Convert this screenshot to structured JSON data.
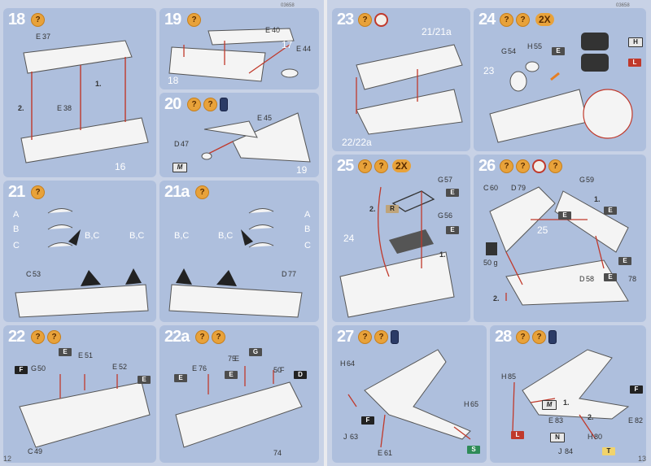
{
  "pages": {
    "left_number": "12",
    "right_number": "13",
    "ref_left": "03658",
    "ref_right": "03658"
  },
  "steps": {
    "s18": {
      "num": "18",
      "labels": [
        "E",
        "37",
        "1.",
        "2.",
        "E",
        "38",
        "16"
      ]
    },
    "s19": {
      "num": "19",
      "labels": [
        "E",
        "40",
        "17",
        "E",
        "44",
        "18"
      ]
    },
    "s20": {
      "num": "20",
      "labels": [
        "E",
        "45",
        "D",
        "47",
        "M",
        "19"
      ]
    },
    "s21": {
      "num": "21",
      "labels": [
        "A",
        "B",
        "C",
        "B,C",
        "B,C",
        "C",
        "53"
      ]
    },
    "s21a": {
      "num": "21a",
      "labels": [
        "A",
        "B",
        "C",
        "B,C",
        "B,C",
        "D",
        "77"
      ]
    },
    "s22": {
      "num": "22",
      "labels": [
        "F",
        "G",
        "50",
        "E",
        "E",
        "51",
        "E",
        "52",
        "E",
        "C",
        "49"
      ]
    },
    "s22a": {
      "num": "22a",
      "labels": [
        "E",
        "E",
        "76",
        "E",
        "75",
        "E",
        "G",
        "50",
        "F",
        "D",
        "74"
      ]
    },
    "s23": {
      "num": "23",
      "labels": [
        "21/21a",
        "22/22a"
      ]
    },
    "s24": {
      "num": "24",
      "twox": "2X",
      "labels": [
        "G",
        "54",
        "H",
        "55",
        "E",
        "H",
        "L",
        "23"
      ]
    },
    "s25": {
      "num": "25",
      "twox": "2X",
      "labels": [
        "G",
        "57",
        "E",
        "R",
        "2.",
        "G",
        "56",
        "E",
        "1.",
        "24"
      ]
    },
    "s26": {
      "num": "26",
      "labels": [
        "G",
        "59",
        "C",
        "60",
        "D",
        "79",
        "1.",
        "E",
        "E",
        "2.",
        "25",
        "E",
        "50 g",
        "D",
        "58",
        "E",
        "78"
      ]
    },
    "s27": {
      "num": "27",
      "labels": [
        "H",
        "64",
        "F",
        "J",
        "63",
        "E",
        "61",
        "H",
        "65",
        "S"
      ]
    },
    "s28": {
      "num": "28",
      "labels": [
        "H",
        "85",
        "M",
        "1.",
        "E",
        "83",
        "L",
        "N",
        "2.",
        "F",
        "E",
        "82",
        "J",
        "84",
        "H",
        "80",
        "T"
      ]
    }
  },
  "colors": {
    "panel": "#aebfdd",
    "sheet": "#c8d2e6",
    "badge": "#e8a23a",
    "arrow": "#c0392b"
  }
}
